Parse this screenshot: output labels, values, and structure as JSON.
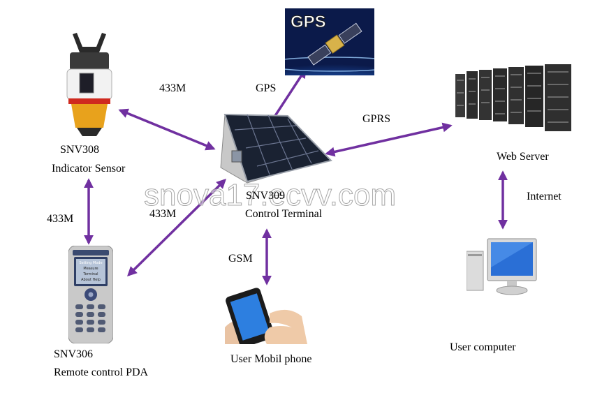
{
  "nodes": {
    "gps": {
      "banner_text": "GPS"
    },
    "sensor": {
      "model": "SNV308",
      "name": "Indicator Sensor"
    },
    "terminal": {
      "model": "SNV309",
      "name": "Control Terminal"
    },
    "server": {
      "name": "Web Server"
    },
    "pda": {
      "model": "SNV306",
      "name": "Remote control PDA",
      "screen_lines": [
        "Setting Mode",
        "Measure",
        "Terminal",
        "About  Help"
      ]
    },
    "phone": {
      "name": "User Mobil phone"
    },
    "computer": {
      "name": "User computer"
    }
  },
  "links": {
    "sensor_terminal": "433M",
    "gps_terminal": "GPS",
    "terminal_server": "GPRS",
    "sensor_pda": "433M",
    "pda_terminal": "433M",
    "terminal_phone": "GSM",
    "server_computer": "Internet"
  },
  "watermark": "snova17.ecvv.com",
  "colors": {
    "arrow": "#7030a0",
    "sky": "#0b1a4a",
    "screen": "#2d7fe0"
  }
}
